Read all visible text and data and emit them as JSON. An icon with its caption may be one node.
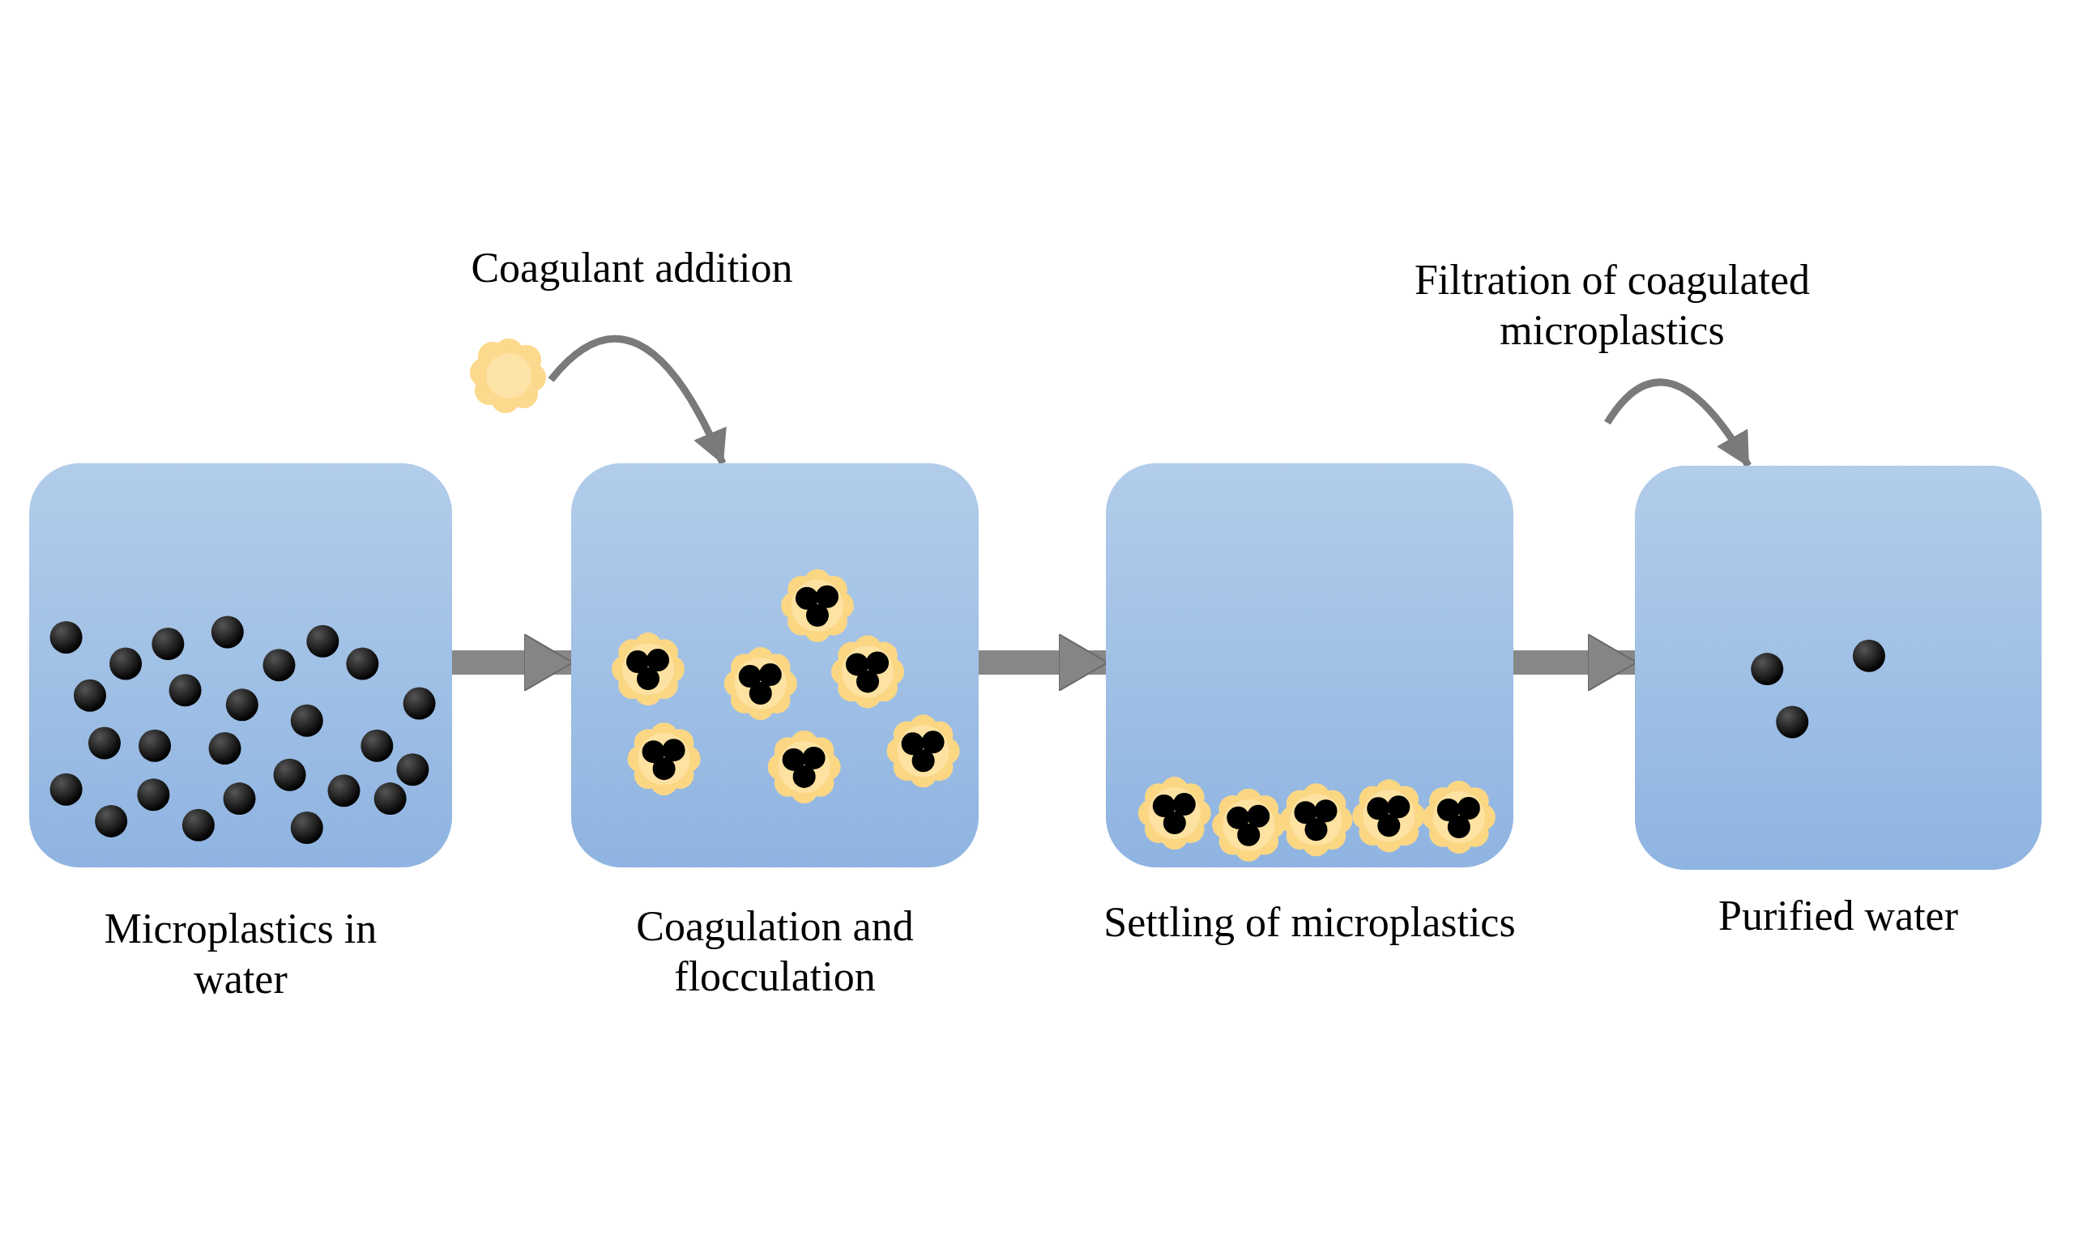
{
  "diagram": {
    "nodes": [
      {
        "text": [
          "Microplastics in water"
        ]
      },
      {
        "text": [
          "Coagulation and flocculation"
        ]
      },
      {
        "text": [
          "Settling of microplastics"
        ]
      },
      {
        "text": [
          "Purified water"
        ]
      },
      {
        "text": [],
        "shape": "cloud"
      }
    ],
    "edges": [
      {
        "from": 0,
        "to": 1,
        "arrow": "to"
      },
      {
        "from": 1,
        "to": 2,
        "arrow": "to"
      },
      {
        "from": 2,
        "to": 3,
        "arrow": "to"
      },
      {
        "from": 4,
        "to": 1,
        "arrow": "to",
        "label": "Coagulant addition"
      },
      {
        "from": null,
        "to": 3,
        "arrow": "to",
        "label": "Filtration of coagulated microplastics"
      }
    ]
  }
}
